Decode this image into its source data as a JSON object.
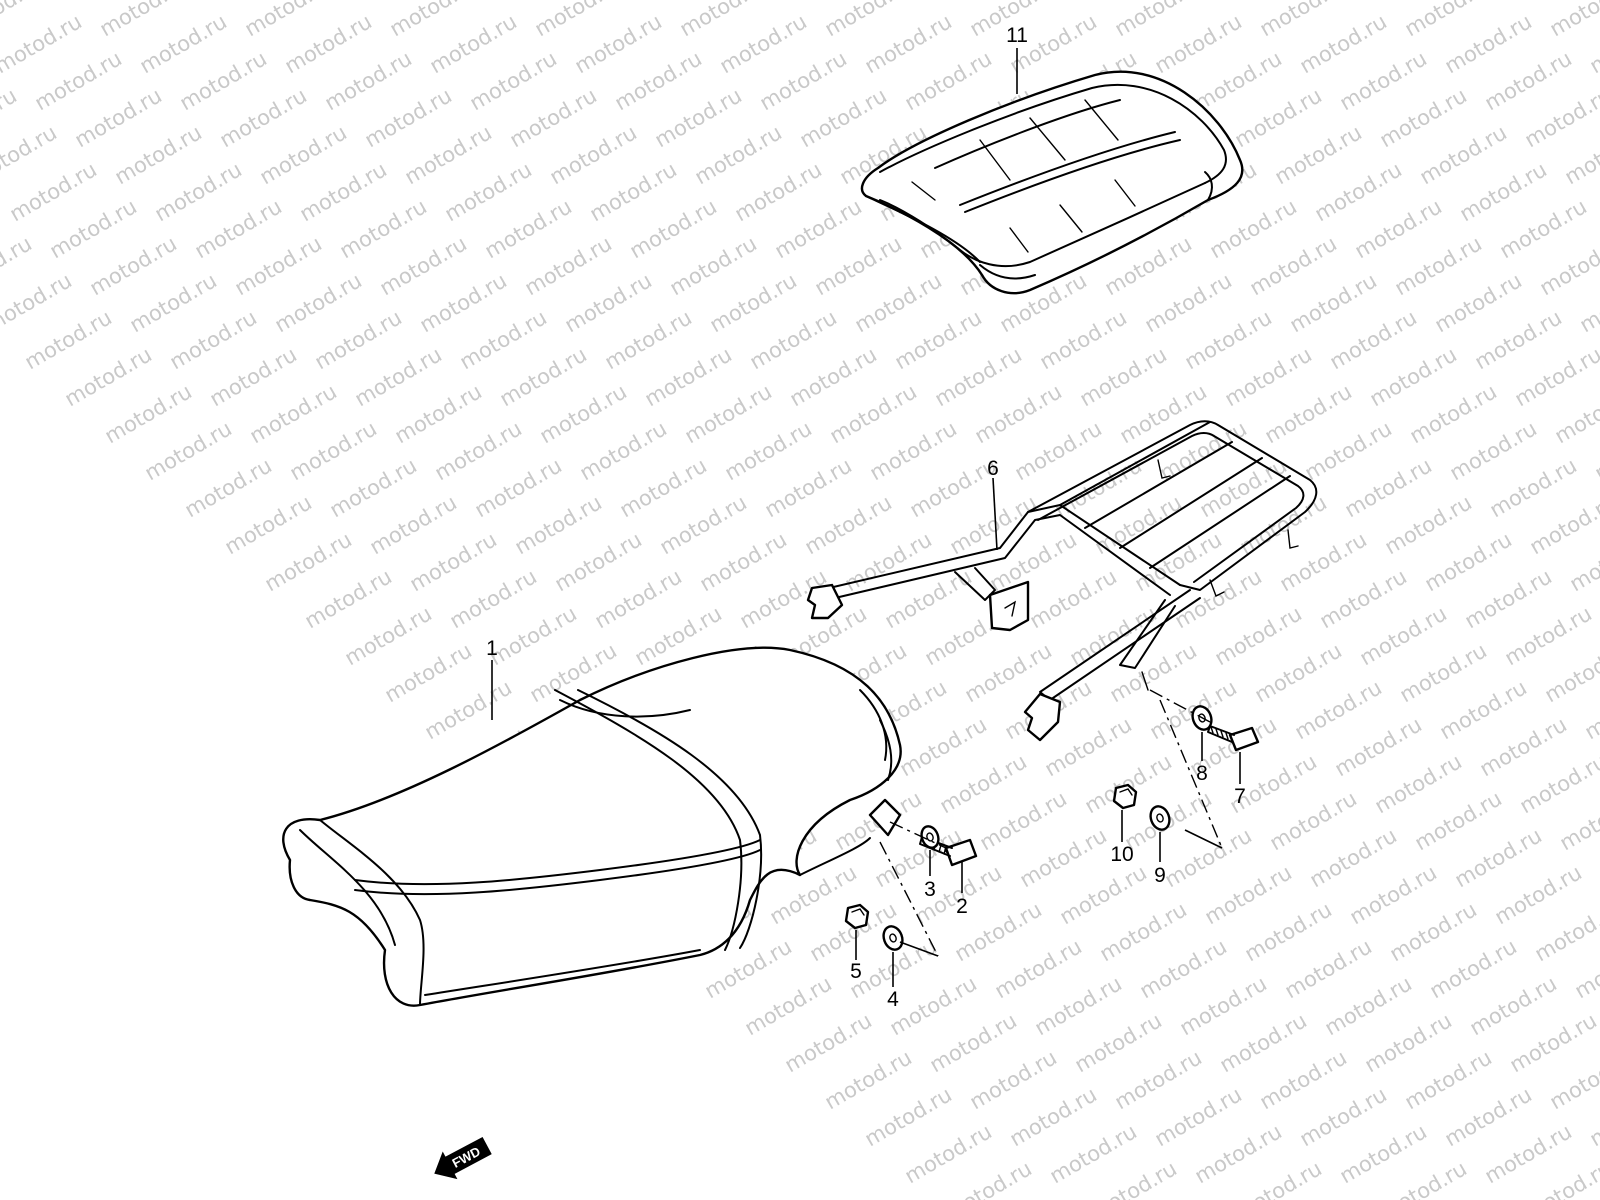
{
  "watermark": {
    "text": "motod.ru",
    "color": "#c9c9c9"
  },
  "callouts": [
    {
      "id": "1",
      "label": "1"
    },
    {
      "id": "2",
      "label": "2"
    },
    {
      "id": "3",
      "label": "3"
    },
    {
      "id": "4",
      "label": "4"
    },
    {
      "id": "5",
      "label": "5"
    },
    {
      "id": "6",
      "label": "6"
    },
    {
      "id": "7",
      "label": "7"
    },
    {
      "id": "8",
      "label": "8"
    },
    {
      "id": "9",
      "label": "9"
    },
    {
      "id": "10",
      "label": "10"
    },
    {
      "id": "11",
      "label": "11"
    }
  ],
  "direction_indicator": {
    "label": "FWD"
  }
}
